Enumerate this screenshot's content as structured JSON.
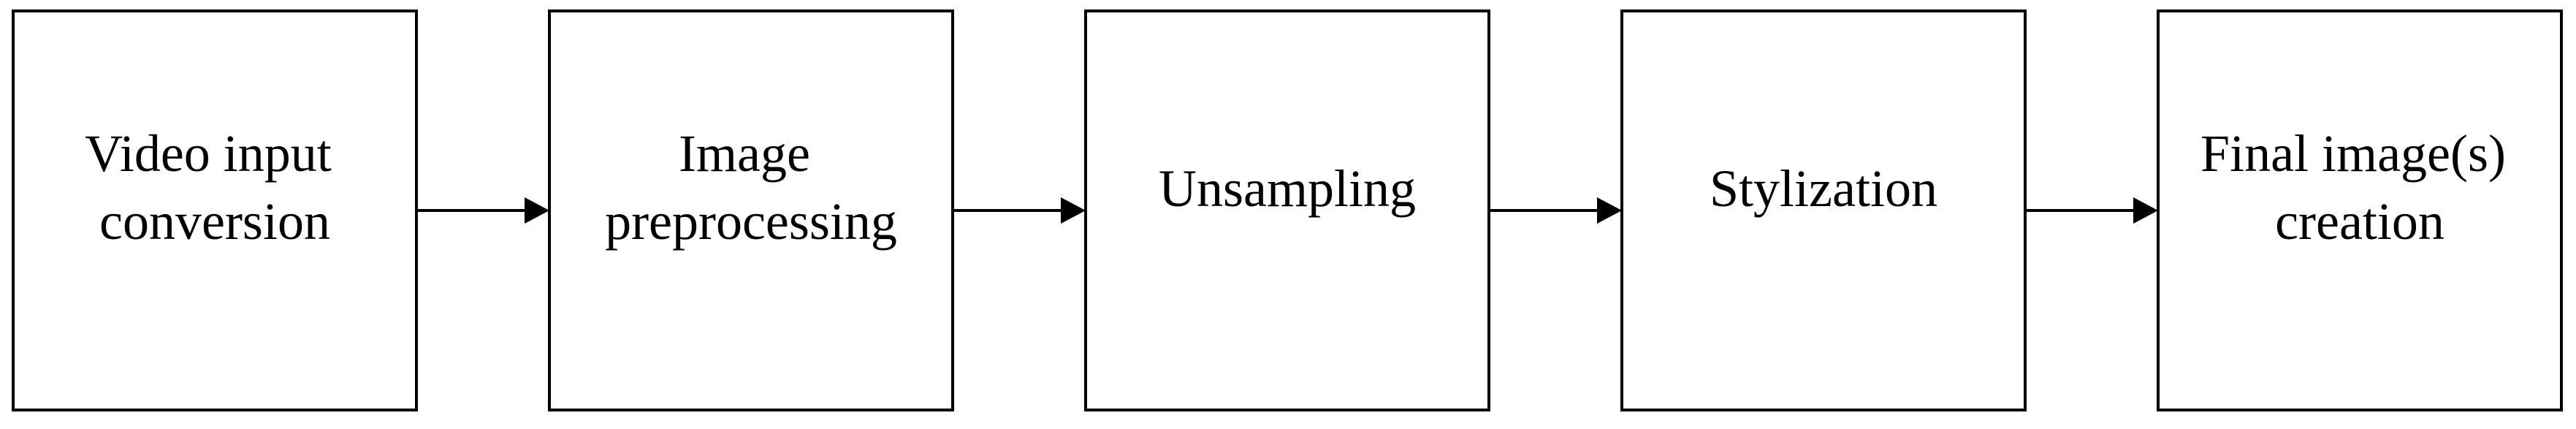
{
  "steps": [
    {
      "lines": [
        "Video input",
        "conversion"
      ]
    },
    {
      "lines": [
        "Image",
        "preprocessing"
      ]
    },
    {
      "lines": [
        "Unsampling"
      ]
    },
    {
      "lines": [
        "Stylization"
      ]
    },
    {
      "lines": [
        "Final image(s)",
        "creation"
      ]
    }
  ],
  "colors": {
    "stroke": "#000000",
    "background": "#ffffff"
  }
}
